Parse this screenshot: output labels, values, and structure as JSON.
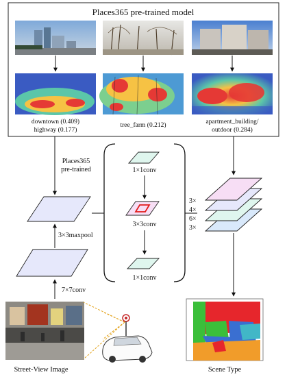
{
  "places_box": {
    "title": "Places365 pre-trained model",
    "captions": [
      {
        "line1": "downtown (0.409)",
        "line2": "highway (0.177)"
      },
      {
        "line1": "tree_farm (0.212)",
        "line2": ""
      },
      {
        "line1": "apartment_building/",
        "line2": "outdoor (0.284)"
      }
    ]
  },
  "backbone": {
    "pretrained_line1": "Places365",
    "pretrained_line2": "pre-trained",
    "maxpool": "3×3maxpool",
    "conv7": "7×7conv"
  },
  "bottleneck": {
    "conv1_top": "1×1conv",
    "conv3": "3×3conv",
    "conv1_bottom": "1×1conv"
  },
  "stack": {
    "multipliers": [
      "3×",
      "4×",
      "6×",
      "3×"
    ]
  },
  "bottom_labels": {
    "input": "Street-View Image",
    "output": "Scene Type"
  },
  "colors": {
    "plane_blue": "#e6e8fb",
    "plane_green": "#dff6ee",
    "plane_pink": "#f7def5",
    "plane_light_blue": "#d9e9fb",
    "red_patch": "#e21b1b",
    "seg_red": "#e6262c",
    "seg_green": "#3bbf3a",
    "seg_blue": "#3a6fd1",
    "seg_orange": "#f19c2a"
  },
  "icons": [
    "street-view-photo",
    "camera-car-icon",
    "segmentation-map",
    "heatmap-overlay"
  ]
}
